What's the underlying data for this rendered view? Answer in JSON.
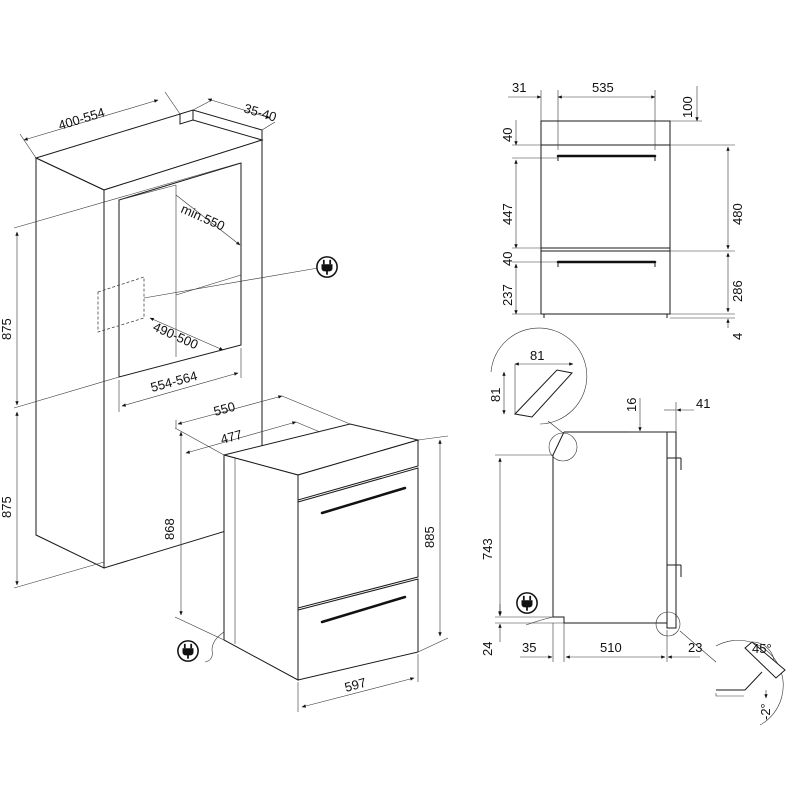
{
  "niche": {
    "depth_range": "400-554",
    "gap_range": "35-40",
    "inner_depth_min": "min.550",
    "inner_height_range": "490-500",
    "inner_width_range": "554-564",
    "height_upper": "875",
    "height_lower": "875"
  },
  "appliance_iso": {
    "depth_outer": "550",
    "depth_inner": "477",
    "body_height": "868",
    "total_height": "885",
    "front_width": "597"
  },
  "front_view": {
    "side_offset": "31",
    "inner_width": "535",
    "top_margin": "100",
    "top_strip": "40",
    "upper_drawer": "447",
    "upper_total": "480",
    "mid_strip": "40",
    "lower_drawer": "237",
    "lower_total": "286",
    "bottom_gap": "4"
  },
  "side_view": {
    "detail_width": "81",
    "detail_height": "81",
    "top_offset": "16",
    "front_thickness": "41",
    "body_height": "743",
    "base_height": "24",
    "rear_gap": "35",
    "body_depth": "510",
    "front_overhang": "23",
    "angle": "45°",
    "tilt": "-2°"
  },
  "icons": {
    "plug": "power-plug-icon"
  }
}
